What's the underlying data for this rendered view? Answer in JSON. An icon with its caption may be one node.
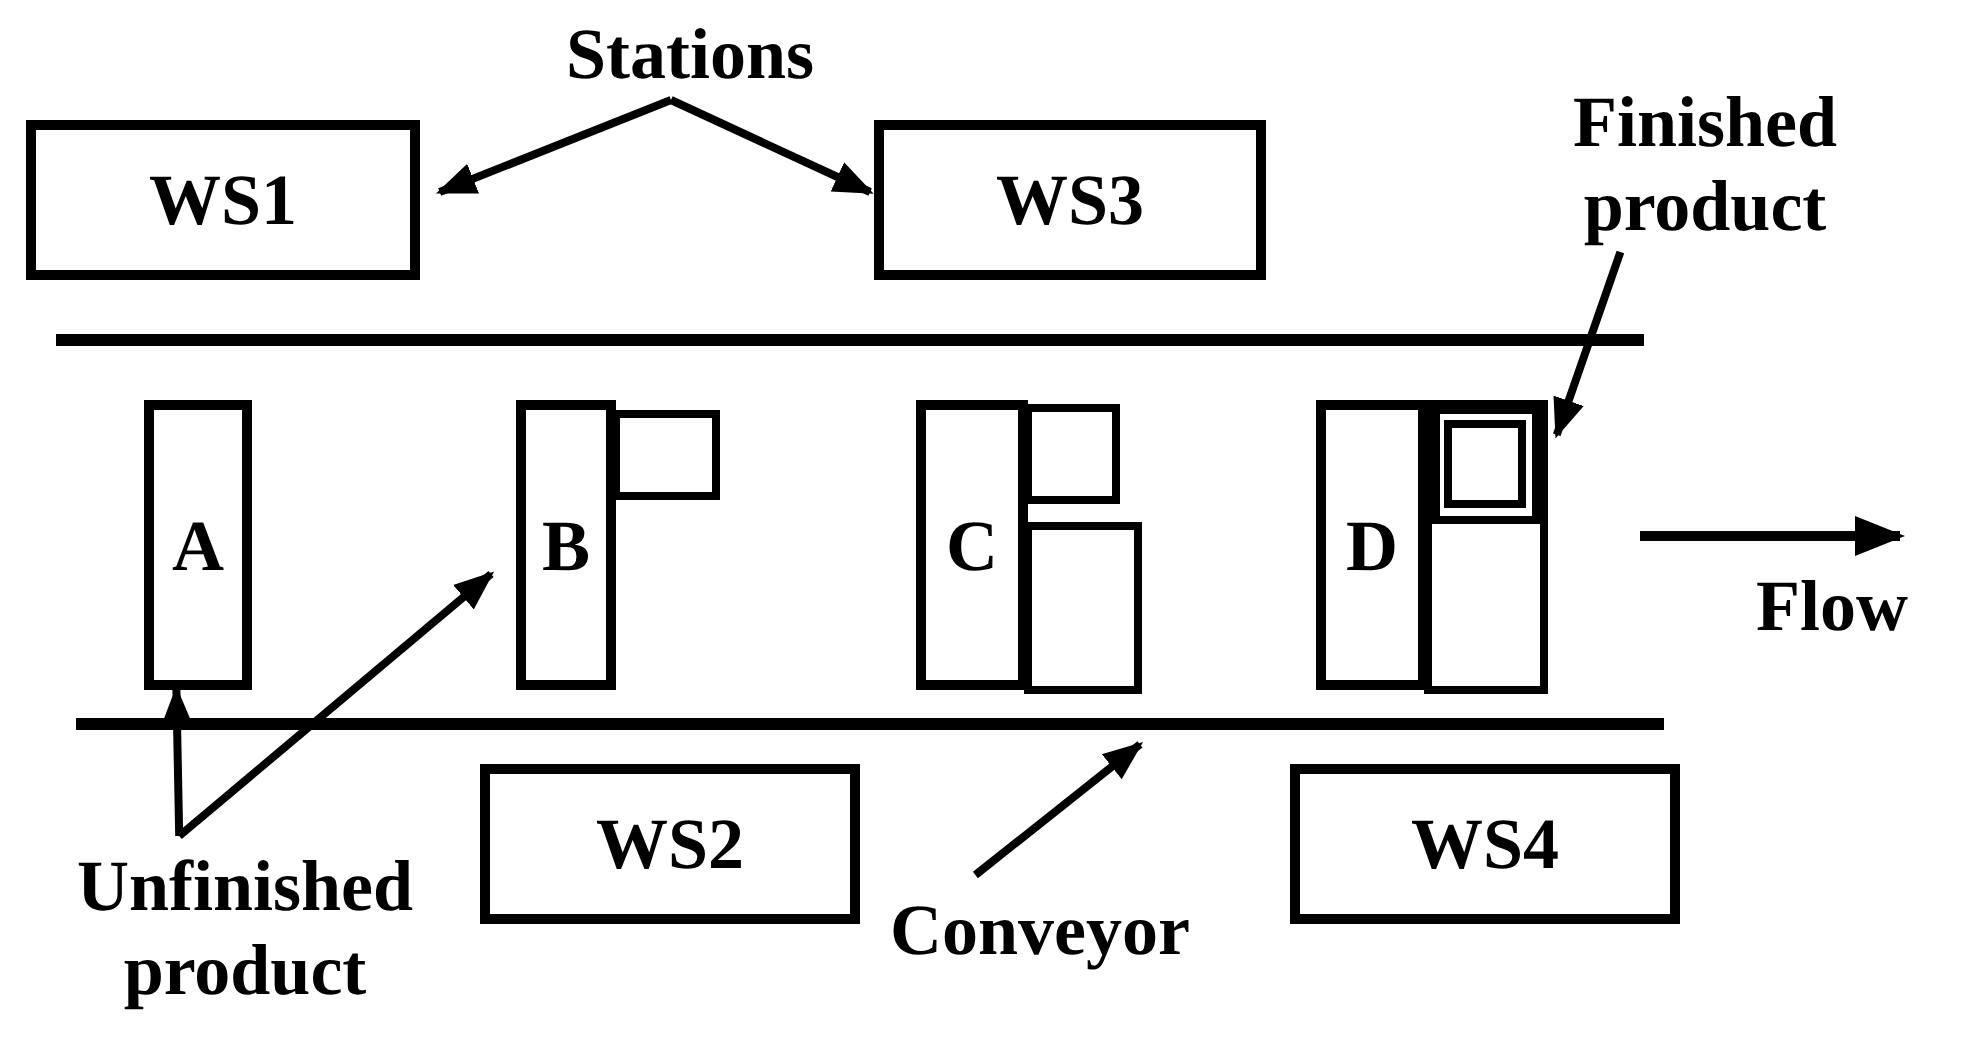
{
  "diagram": {
    "nodes": [
      {
        "text": [
          "Stations"
        ]
      },
      {
        "text": [
          "WS1"
        ]
      },
      {
        "text": [
          "WS3"
        ]
      },
      {
        "text": [
          "Finished product"
        ]
      },
      {
        "text": [],
        "shape": "bar"
      },
      {
        "text": [
          "A"
        ]
      },
      {
        "text": [
          "B"
        ]
      },
      {
        "text": [
          "C"
        ]
      },
      {
        "text": [
          "D"
        ]
      },
      {
        "text": [],
        "shape": "bar"
      },
      {
        "text": [
          "Unfinished product"
        ]
      },
      {
        "text": [
          "WS2"
        ]
      },
      {
        "text": [
          "Conveyor"
        ]
      },
      {
        "text": [
          "WS4"
        ]
      }
    ],
    "edges": [
      {
        "from": 0,
        "to": 1,
        "arrow": "to"
      },
      {
        "from": 0,
        "to": 2,
        "arrow": "to"
      },
      {
        "from": 10,
        "to": 5,
        "arrow": "to"
      },
      {
        "from": 10,
        "to": 6,
        "arrow": "to"
      },
      {
        "from": 3,
        "to": 8,
        "arrow": "to"
      },
      {
        "from": 12,
        "to": 9,
        "arrow": "to"
      }
    ],
    "labels": [
      "Flow"
    ]
  }
}
